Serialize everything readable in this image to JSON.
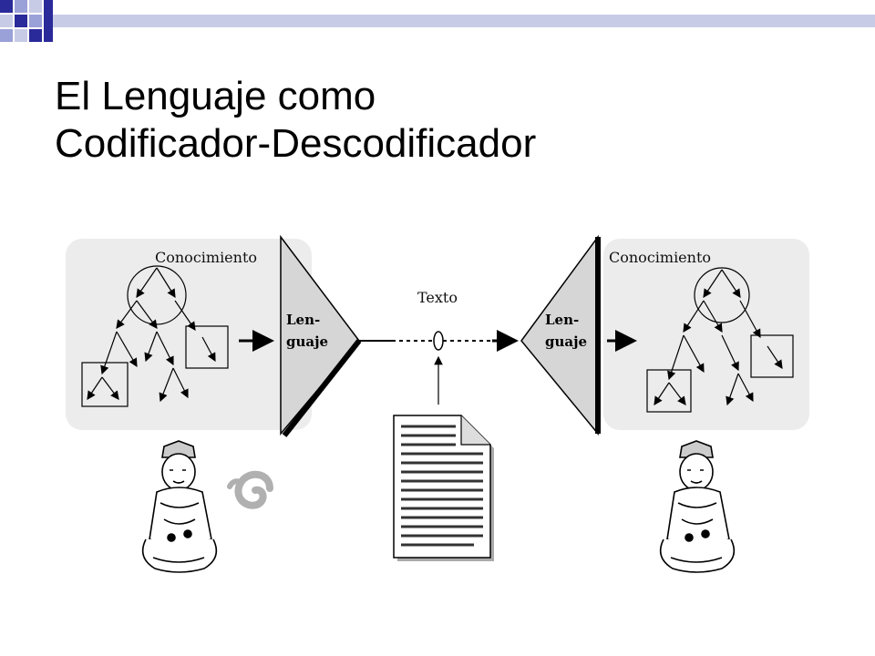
{
  "slide": {
    "title_line1": "El Lenguaje como",
    "title_line2": "Codificador-Descodificador",
    "accent_colors": {
      "bar_dark": "#1f1f8f",
      "bar_light": "#9aa0d8",
      "bar_fill": "#c8cbe6"
    }
  },
  "diagram": {
    "left_label": "Conocimiento",
    "right_label": "Conocimiento",
    "center_label": "Texto",
    "left_lang_line1": "Len-",
    "left_lang_line2": "guaje",
    "right_lang_line1": "Len-",
    "right_lang_line2": "guaje",
    "panel_fill": "#ececec",
    "triangle_fill": "#d6d6d6"
  }
}
